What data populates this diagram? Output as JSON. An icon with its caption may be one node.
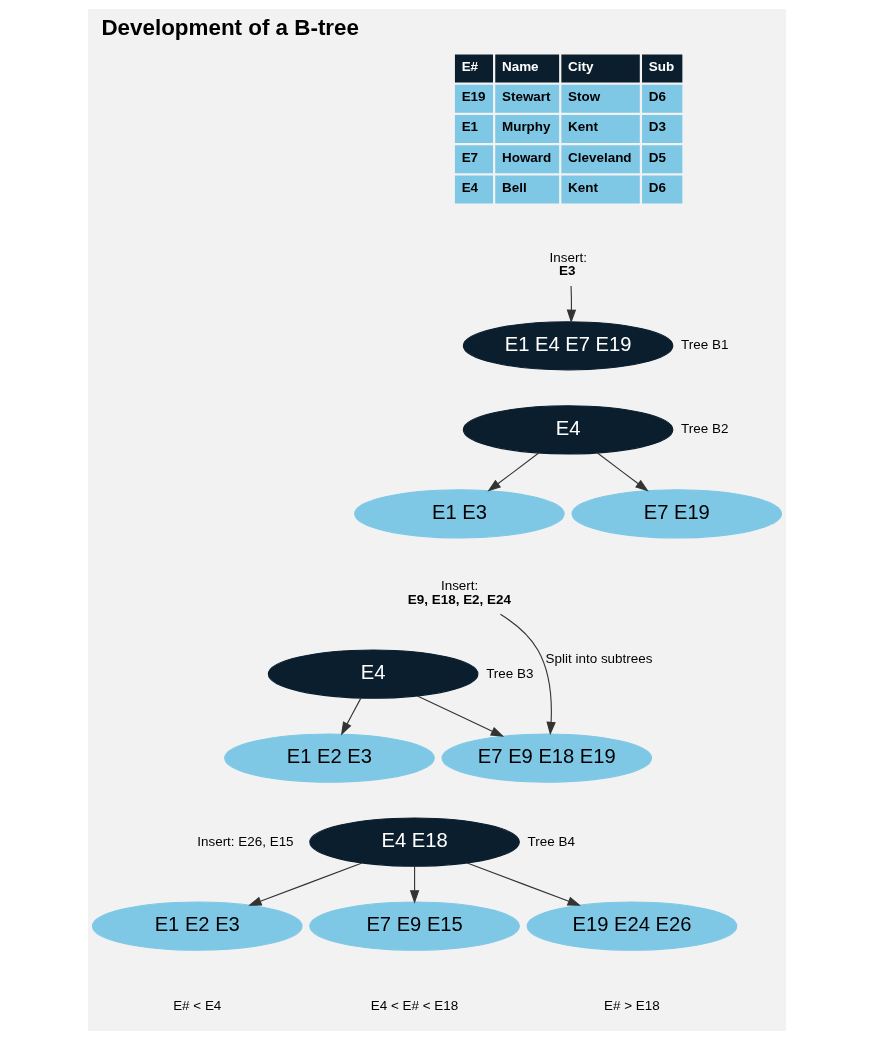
{
  "diagram": {
    "title": "Development of a B-tree",
    "nodes": [
      {
        "text": [
          "Insert:",
          "E3"
        ]
      },
      {
        "text": [
          "E1 E4 E7 E19"
        ],
        "beside": [
          "Tree B1"
        ]
      },
      {
        "text": [
          "E4"
        ],
        "beside": [
          "Tree B2"
        ]
      },
      {
        "text": [
          "E1 E3"
        ]
      },
      {
        "text": [
          "E7 E19"
        ]
      },
      {
        "text": [
          "Insert:",
          "E9, E18, E2, E24"
        ]
      },
      {
        "text": [
          "E4"
        ],
        "beside": [
          "Tree B3"
        ]
      },
      {
        "text": [
          "E1 E2 E3"
        ]
      },
      {
        "text": [
          "E7 E9 E18 E19"
        ]
      },
      {
        "text": [
          "E4 E18"
        ],
        "beside": [
          "Tree B4"
        ]
      },
      {
        "text": [
          "E1 E2 E3"
        ],
        "beside": [
          "E# < E4"
        ]
      },
      {
        "text": [
          "E7 E9 E15"
        ],
        "beside": [
          "E4 < E# < E18"
        ]
      },
      {
        "text": [
          "E19 E24 E26"
        ],
        "beside": [
          "E# > E18"
        ]
      }
    ],
    "edges": [
      {
        "from": 0,
        "to": 1,
        "arrow": "to"
      },
      {
        "from": 2,
        "to": 3,
        "arrow": "to"
      },
      {
        "from": 2,
        "to": 4,
        "arrow": "to"
      },
      {
        "from": 5,
        "to": 8,
        "arrow": "to",
        "label": "Split into subtrees"
      },
      {
        "from": 6,
        "to": 7,
        "arrow": "to"
      },
      {
        "from": 6,
        "to": 8,
        "arrow": "to"
      },
      {
        "from": 9,
        "to": 10,
        "arrow": "to"
      },
      {
        "from": 9,
        "to": 11,
        "arrow": "to"
      },
      {
        "from": 9,
        "to": 12,
        "arrow": "to"
      }
    ],
    "labels": [
      "E#",
      "Name",
      "City",
      "Sub",
      "E19",
      "Stewart",
      "Stow",
      "D6",
      "E1",
      "Murphy",
      "Kent",
      "D3",
      "E7",
      "Howard",
      "Cleveland",
      "D5",
      "E4",
      "Bell",
      "Kent",
      "D6",
      "Insert: E26, E15"
    ]
  }
}
